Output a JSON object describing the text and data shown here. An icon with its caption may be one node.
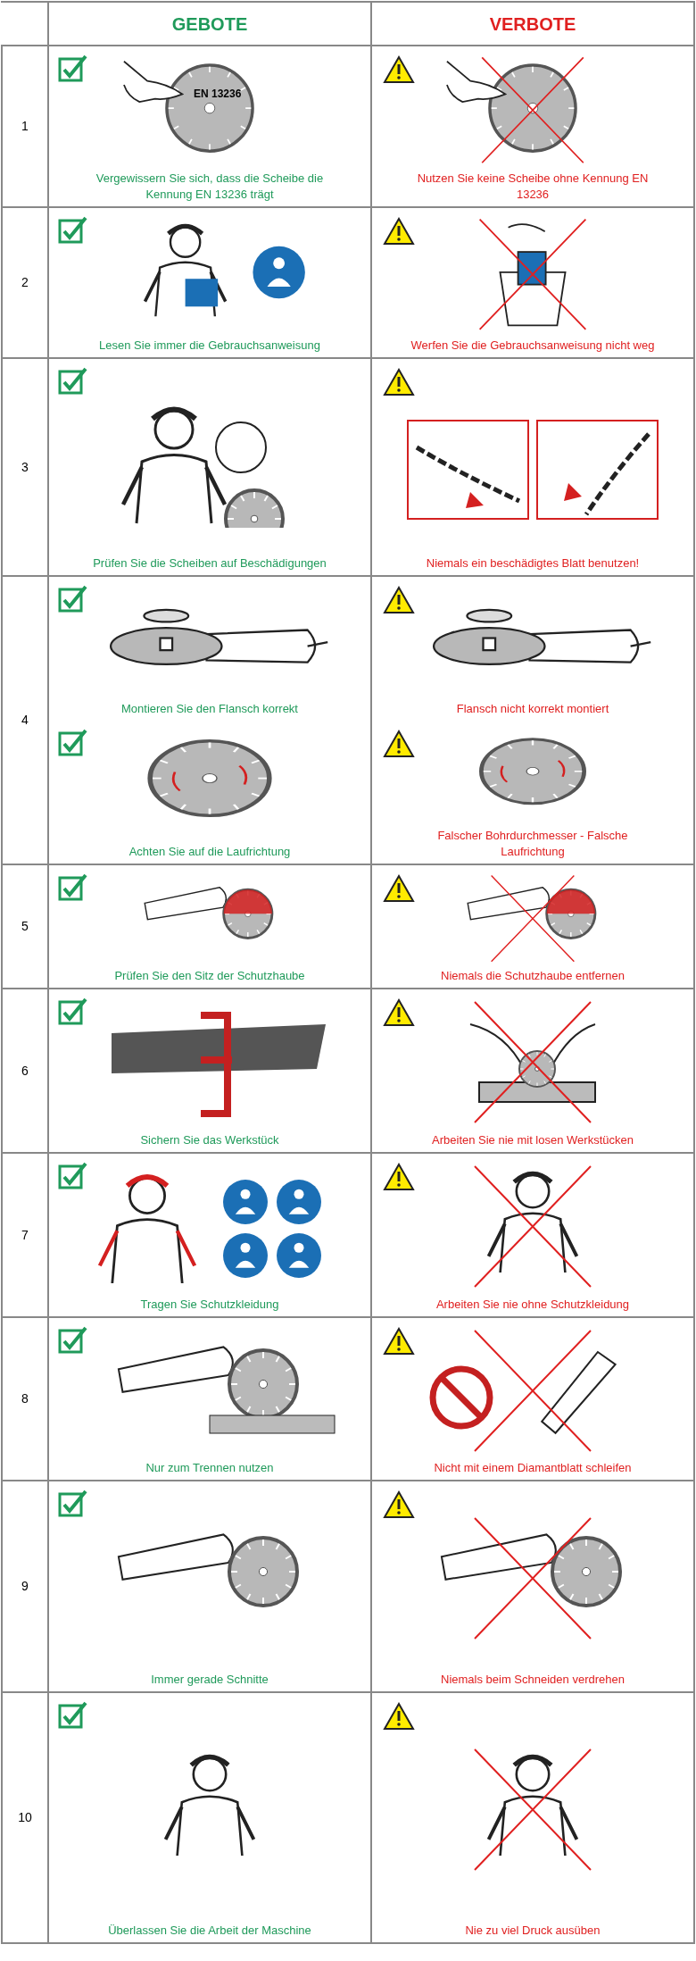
{
  "diagram": {
    "labels": [
      "GEBOTE",
      "VERBOTE",
      "1",
      "EN 13236",
      "Vergewissern Sie sich, dass die Scheibe die Kennung EN 13236 trägt",
      "Nutzen Sie keine Scheibe ohne Kennung EN 13236",
      "2",
      "Lesen Sie immer die Gebrauchsanweisung",
      "Werfen Sie die Gebrauchsanweisung nicht weg",
      "3",
      "Prüfen Sie die Scheiben auf Beschädigungen",
      "Niemals ein beschädigtes Blatt benutzen!",
      "4",
      "Montieren Sie den Flansch korrekt",
      "Flansch nicht korrekt montiert",
      "Achten Sie auf die Laufrichtung",
      "Falscher Bohrdurchmesser - Falsche Laufrichtung",
      "5",
      "Prüfen Sie den Sitz der Schutzhaube",
      "Niemals die Schutzhaube entfernen",
      "6",
      "Sichern Sie das Werkstück",
      "Arbeiten Sie nie mit losen Werkstücken",
      "7",
      "Tragen Sie Schutzkleidung",
      "Arbeiten Sie nie ohne Schutzkleidung",
      "8",
      "Nur zum Trennen nutzen",
      "Nicht mit einem Diamantblatt schleifen",
      "9",
      "Immer gerade Schnitte",
      "Niemals beim Schneiden verdrehen",
      "10",
      "Überlassen Sie die Arbeit der Maschine",
      "Nie zu viel Druck ausüben"
    ]
  }
}
